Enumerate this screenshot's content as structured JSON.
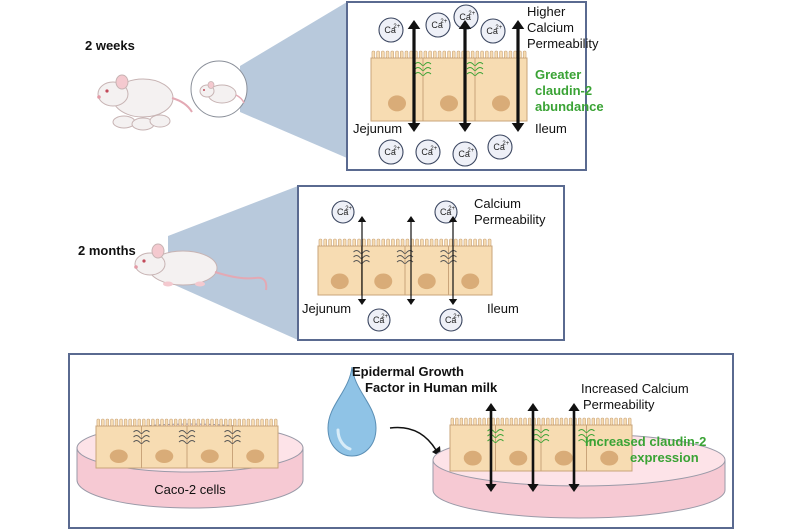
{
  "stage_labels": {
    "two_weeks": "2 weeks",
    "two_months": "2 months"
  },
  "panel_2w": {
    "perm_line1": "Higher",
    "perm_line2": "Calcium",
    "perm_line3": "Permeability",
    "claudin_line1": "Greater",
    "claudin_line2": "claudin-2",
    "claudin_line3": "abundance",
    "left_label": "Jejunum",
    "right_label": "Ileum"
  },
  "panel_2m": {
    "perm_line1": "Calcium",
    "perm_line2": "Permeability",
    "left_label": "Jejunum",
    "right_label": "Ileum"
  },
  "panel_egf": {
    "egf_line1": "Epidermal Growth",
    "egf_line2": "Factor in Human milk",
    "perm_line1": "Increased Calcium",
    "perm_line2": "Permeability",
    "claudin_line1": "Increased claudin-2",
    "claudin_line2": "expression",
    "dish_label": "Caco-2 cells"
  },
  "ion": {
    "symbol": "Ca",
    "charge": "2+"
  },
  "colors": {
    "panel_border": "#5a6a90",
    "projection": "#b8c9dc",
    "cell_fill": "#f7dcb2",
    "cell_border": "#c9a47a",
    "nucleus": "#d9ac78",
    "junction_green": "#3aa335",
    "dish_pink": "#f6c9d3",
    "milk_drop": "#8fc3e6"
  }
}
